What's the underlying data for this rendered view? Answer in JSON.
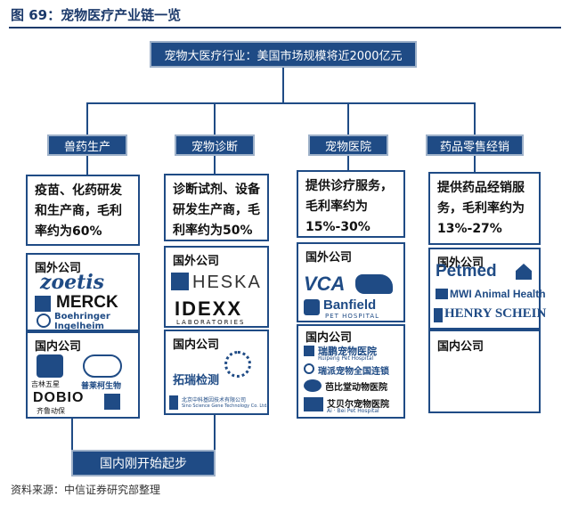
{
  "figure": {
    "title": "图 69：宠物医疗产业链一览",
    "source": "资料来源：中信证券研究部整理"
  },
  "diagram": {
    "root": "宠物大医疗行业：美国市场规模将近2000亿元",
    "domestic_start": "国内刚开始起步",
    "overseas_label": "国外公司",
    "domestic_label": "国内公司",
    "columns": [
      {
        "header": "兽药生产",
        "desc_lines": [
          "疫苗、化药研发",
          "和生产商，毛利",
          "率约为60%"
        ],
        "foreign_logos": [
          "zoetis",
          "MERCK",
          "Boehringer",
          "Ingelheim"
        ],
        "domestic_logos": [
          "吉林五星",
          "普莱柯生物",
          "DOBIO",
          "齐鲁动保"
        ]
      },
      {
        "header": "宠物诊断",
        "desc_lines": [
          "诊断试剂、设备",
          "研发生产商，毛",
          "利率约为50%"
        ],
        "foreign_logos": [
          "HESKA",
          "IDEXX",
          "LABORATORIES"
        ],
        "domestic_logos": [
          "拓瑞检测",
          "北京中科基因技术有限公司",
          "Sino Science Gene Technology Co. Ltd."
        ]
      },
      {
        "header": "宠物医院",
        "desc_lines": [
          "提供诊疗服务，",
          "毛利率约为",
          "15%-30%"
        ],
        "foreign_logos": [
          "VCA",
          "Banfield",
          "PET HOSPITAL"
        ],
        "domestic_logos": [
          "瑞鹏宠物医院",
          "Ruipeng Pet Hospital",
          "瑞派宠物全国连锁",
          "芭比堂动物医院",
          "艾贝尔宠物医院",
          "Ai · Bei Pet Hospital"
        ]
      },
      {
        "header": "药品零售经销",
        "desc_lines": [
          "提供药品经销服",
          "务，毛利率约为",
          "13%-27%"
        ],
        "foreign_logos": [
          "Petmed",
          "MWI Animal Health",
          "HENRY SCHEIN"
        ],
        "domestic_logos": []
      }
    ]
  },
  "colors": {
    "navy": "#1f4b85",
    "title": "#1c3a6b"
  }
}
